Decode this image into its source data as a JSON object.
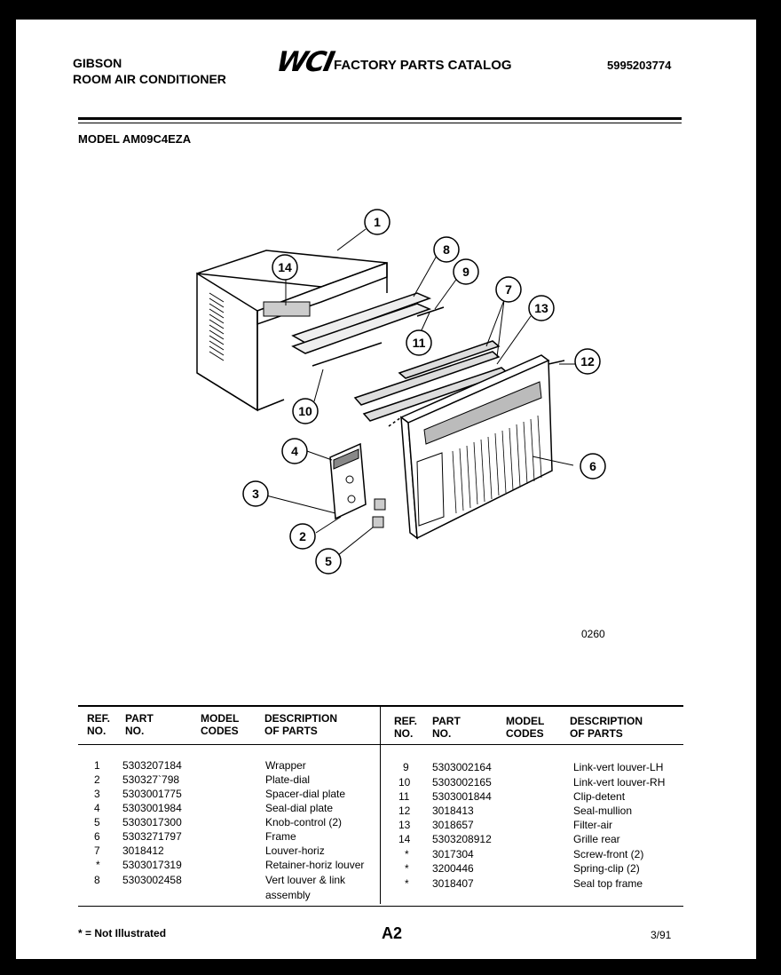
{
  "header": {
    "brand": "GIBSON",
    "product": "ROOM AIR CONDITIONER",
    "logo": "WCI",
    "catalog_title": "FACTORY PARTS CATALOG",
    "doc_number": "5995203774"
  },
  "model_line": "MODEL AM09C4EZA",
  "diagram": {
    "callouts": [
      "1",
      "2",
      "3",
      "4",
      "5",
      "6",
      "7",
      "8",
      "9",
      "10",
      "11",
      "12",
      "13",
      "14"
    ],
    "figure_code": "0260"
  },
  "parts_table": {
    "headers": {
      "ref": [
        "REF.",
        "NO."
      ],
      "part": [
        "PART",
        "NO."
      ],
      "model": [
        "MODEL",
        "CODES"
      ],
      "desc": [
        "DESCRIPTION",
        "OF PARTS"
      ]
    },
    "left_rows": [
      {
        "ref": "1",
        "part": "5303207184",
        "desc": "Wrapper"
      },
      {
        "ref": "2",
        "part": "530327`798",
        "desc": "Plate-dial"
      },
      {
        "ref": "3",
        "part": "5303001775",
        "desc": "Spacer-dial plate"
      },
      {
        "ref": "4",
        "part": "5303001984",
        "desc": "Seal-dial plate"
      },
      {
        "ref": "5",
        "part": "5303017300",
        "desc": "Knob-control (2)"
      },
      {
        "ref": "6",
        "part": "5303271797",
        "desc": "Frame"
      },
      {
        "ref": "7",
        "part": "3018412",
        "desc": "Louver-horiz"
      },
      {
        "ref": "*",
        "part": "5303017319",
        "desc": "Retainer-horiz louver"
      },
      {
        "ref": "8",
        "part": "5303002458",
        "desc": "Vert louver & link",
        "desc2": "assembly"
      }
    ],
    "right_rows": [
      {
        "ref": "9",
        "part": "5303002164",
        "desc": "Link-vert louver-LH"
      },
      {
        "ref": "10",
        "part": "5303002165",
        "desc": "Link-vert louver-RH"
      },
      {
        "ref": "11",
        "part": "5303001844",
        "desc": "Clip-detent"
      },
      {
        "ref": "12",
        "part": "3018413",
        "desc": "Seal-mullion"
      },
      {
        "ref": "13",
        "part": "3018657",
        "desc": "Filter-air"
      },
      {
        "ref": "14",
        "part": "5303208912",
        "desc": "Grille rear"
      },
      {
        "ref": "*",
        "part": "3017304",
        "desc": "Screw-front (2)"
      },
      {
        "ref": "*",
        "part": "3200446",
        "desc": "Spring-clip (2)"
      },
      {
        "ref": "*",
        "part": "3018407",
        "desc": "Seal top frame"
      }
    ]
  },
  "footer": {
    "footnote": "* = Not Illustrated",
    "page_id": "A2",
    "date": "3/91"
  }
}
